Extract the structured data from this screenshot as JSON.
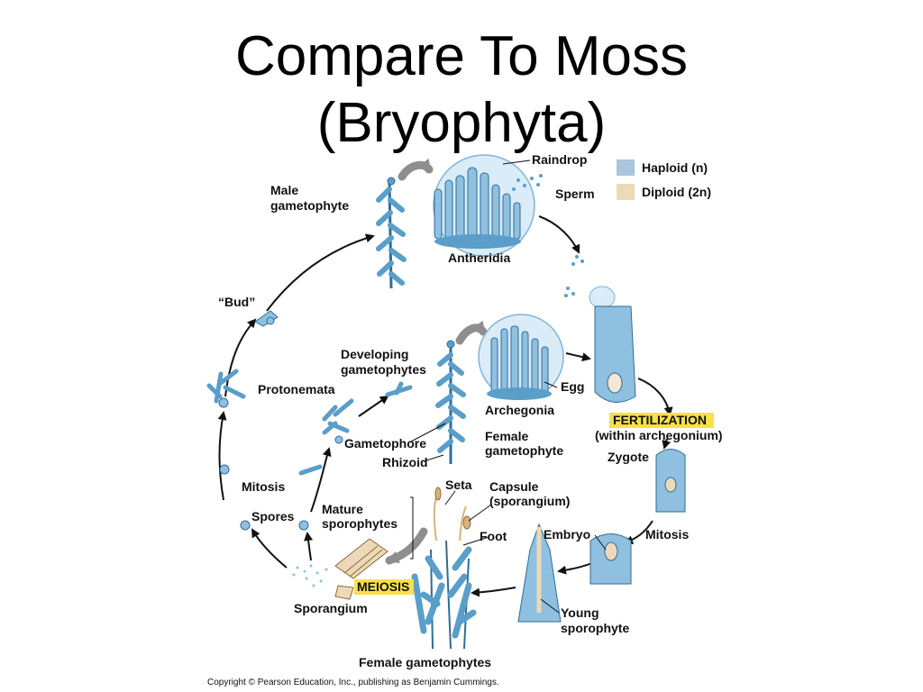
{
  "title": {
    "line1": "Compare To Moss",
    "line2": "(Bryophyta)"
  },
  "legend": {
    "haploid": "Haploid (n)",
    "diploid": "Diploid (2n)",
    "haploid_color": "#a9c6dc",
    "diploid_color": "#ecd9b8"
  },
  "labels": {
    "raindrop": "Raindrop",
    "sperm": "Sperm",
    "male_gametophyte_1": "Male",
    "male_gametophyte_2": "gametophyte",
    "antheridia": "Antheridia",
    "bud": "“Bud”",
    "developing_1": "Developing",
    "developing_2": "gametophytes",
    "protonemata": "Protonemata",
    "egg": "Egg",
    "archegonia": "Archegonia",
    "fertilization": "FERTILIZATION",
    "within_archegonium": "(within archegonium)",
    "zygote": "Zygote",
    "gametophore": "Gametophore",
    "rhizoid": "Rhizoid",
    "female_gametophyte_1": "Female",
    "female_gametophyte_2": "gametophyte",
    "mitosis_left": "Mitosis",
    "mitosis_right": "Mitosis",
    "seta": "Seta",
    "capsule_1": "Capsule",
    "capsule_2": "(sporangium)",
    "mature_1": "Mature",
    "mature_2": "sporophytes",
    "spores": "Spores",
    "foot": "Foot",
    "embryo": "Embryo",
    "meiosis": "MEIOSIS",
    "sporangium": "Sporangium",
    "young_1": "Young",
    "young_2": "sporophyte",
    "female_gametophytes": "Female gametophytes",
    "copyright": "Copyright © Pearson Education, Inc., publishing as Benjamin Cummings."
  },
  "colors": {
    "plant_blue": "#5a9ec9",
    "plant_dark": "#2f6d96",
    "highlight_yellow": "#f7e04a",
    "sporophyte_tan": "#d9b27c"
  }
}
